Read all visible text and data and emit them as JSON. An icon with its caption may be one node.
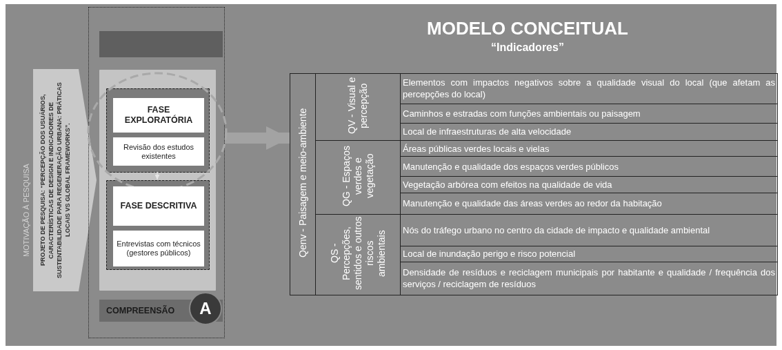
{
  "diagram": {
    "title": "MODELO CONCEITUAL",
    "nodes": [
      {
        "text": [
          "MOTIVAÇÃO À PESQUISA",
          "PROJETO DE PESQUISA: “PERCEPÇÃO DOS USUÁRIOS, CARACTERÍSTICAS DE DESIGN E INDICADORES DE SUSTENTABILIDADE PARA REGENERAÇÃO URBANA: PRÁTICAS LOCAIS VS GLOBAL FRAMEWORKS”."
        ]
      },
      {
        "text": [],
        "shape": "box"
      },
      {
        "text": [],
        "shape": "bar",
        "in": 1
      },
      {
        "text": [],
        "shape": "box",
        "in": 1
      },
      {
        "text": [],
        "shape": "box",
        "in": 3
      },
      {
        "text": [
          "FASE EXPLORATÓRIA"
        ],
        "in": 4
      },
      {
        "text": [
          "Revisão dos estudos existentes"
        ],
        "in": 4
      },
      {
        "text": [],
        "shape": "box",
        "in": 3
      },
      {
        "text": [
          "FASE DESCRITIVA"
        ],
        "in": 7
      },
      {
        "text": [
          "Entrevistas com técnicos (gestores públicos)"
        ],
        "in": 7
      },
      {
        "text": [
          "COMPREENSÃO"
        ],
        "in": 1
      },
      {
        "text": [
          "A"
        ],
        "in": 1
      },
      {
        "text": [],
        "shape": "box"
      }
    ],
    "edges": [
      {
        "from": 4,
        "to": 7,
        "arrow": "to"
      },
      {
        "from": 1,
        "to": 12,
        "arrow": "to",
        "style": "thick",
        "color": "#a3a3a3"
      }
    ],
    "labels": [
      "“Indicadores”",
      "Qenv - Paisagem e meio-ambiente",
      "QV - Visual e percepção",
      "Elementos com impactos negativos sobre a qualidade visual do local (que afetam as percepções do local)",
      "Caminhos e estradas com funções ambientais ou paisagem",
      "Local de infraestruturas de alta velocidade",
      "QG - Espaços verdes e vegetação",
      "Áreas públicas verdes locais e vielas",
      "Manutenção e qualidade dos espaços verdes públicos",
      "Vegetação arbórea com efeitos na qualidade de vida",
      "Manutenção e qualidade das áreas verdes ao redor da habitação",
      "QS - Percepções, sentidos e outros riscos ambientais",
      "Nós do tráfego urbano no centro da cidade de impacto e qualidade ambiental",
      "Local de inundação perigo e risco potencial",
      "Densidade de resíduos e reciclagem municipais por habitante e qualidade / frequência dos serviços / reciclagem de resíduos"
    ]
  }
}
